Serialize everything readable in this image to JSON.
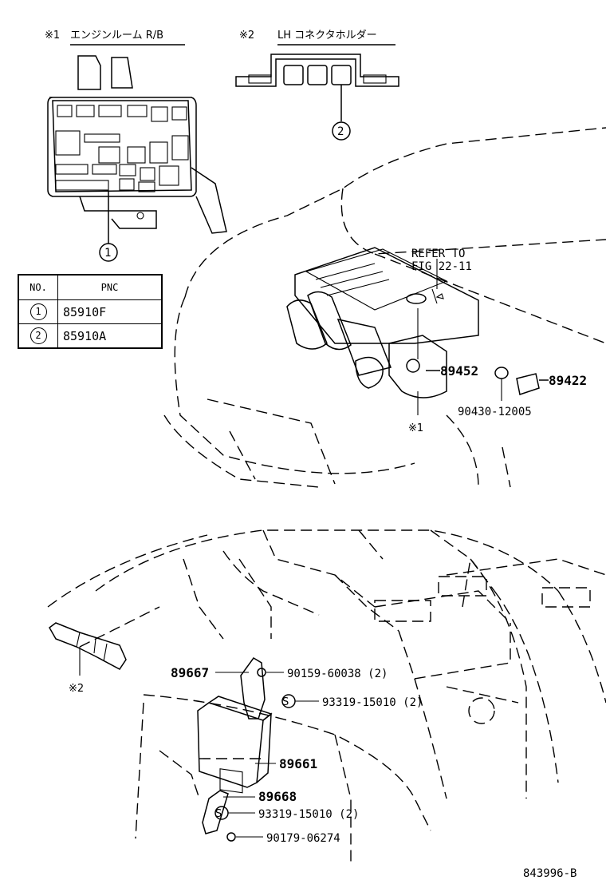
{
  "headers": {
    "note1_mark": "※1",
    "note1_title": "エンジンルーム R/B",
    "note2_mark": "※2",
    "note2_title": "LH コネクタホルダー"
  },
  "table": {
    "col_no": "NO.",
    "col_pnc": "PNC",
    "rows": [
      {
        "no": "1",
        "pnc": "85910F"
      },
      {
        "no": "2",
        "pnc": "85910A"
      }
    ]
  },
  "callouts": {
    "circle_1": "1",
    "circle_2": "2",
    "refer_line1": "REFER TO",
    "refer_line2": "FIG 22-11",
    "part_89452": "89452",
    "part_89422": "89422",
    "part_90430": "90430-12005",
    "mark_1": "※1",
    "mark_2": "※2",
    "part_89667": "89667",
    "part_90159": "90159-60038 (2)",
    "part_93319_a": "93319-15010 (2)",
    "part_89661": "89661",
    "part_89668": "89668",
    "part_93319_b": "93319-15010 (2)",
    "part_90179": "90179-06274",
    "s_mark": "S"
  },
  "footer": {
    "drawing_id": "843996-B"
  }
}
